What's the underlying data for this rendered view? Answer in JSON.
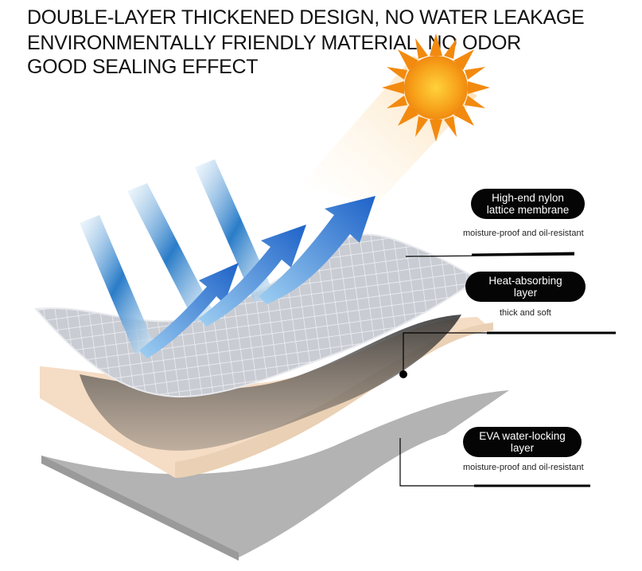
{
  "headlines": [
    "DOUBLE-LAYER THICKENED DESIGN, NO WATER LEAKAGE",
    "ENVIRONMENTALLY FRIENDLY MATERIAL, NO ODOR",
    "GOOD SEALING EFFECT"
  ],
  "layers": [
    {
      "title_line1": "High-end nylon",
      "title_line2": "lattice membrane",
      "caption": "moisture-proof and oil-resistant"
    },
    {
      "title_line1": "Heat-absorbing",
      "title_line2": "layer",
      "caption": "thick and soft"
    },
    {
      "title_line1": "EVA water-locking",
      "title_line2": "layer",
      "caption": "moisture-proof and oil-resistant"
    }
  ],
  "colors": {
    "sun": "#f7a21a",
    "membrane": "#c9ccd3",
    "foam": "#f5dcc4",
    "eva": "#b3b3b3",
    "arrow": "#1e6fd0"
  }
}
